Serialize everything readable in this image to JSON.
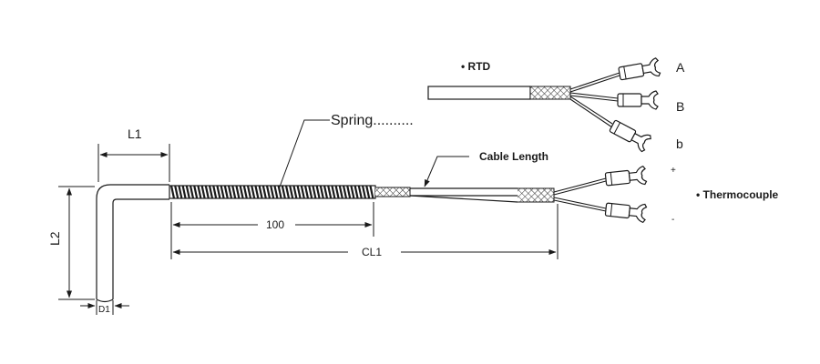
{
  "labels": {
    "l1": "L1",
    "l2": "L2",
    "d1": "D1",
    "spring": "Spring..........",
    "dim_100": "100",
    "cl1": "CL1",
    "cable_length": "Cable Length",
    "rtd": "• RTD",
    "thermocouple": "• Thermocouple",
    "rtd_leads": [
      "A",
      "B",
      "b"
    ],
    "tc_plus": "+",
    "tc_minus": "-"
  },
  "colors": {
    "line": "#1a1a1a",
    "probe": "#f2f2f2"
  }
}
